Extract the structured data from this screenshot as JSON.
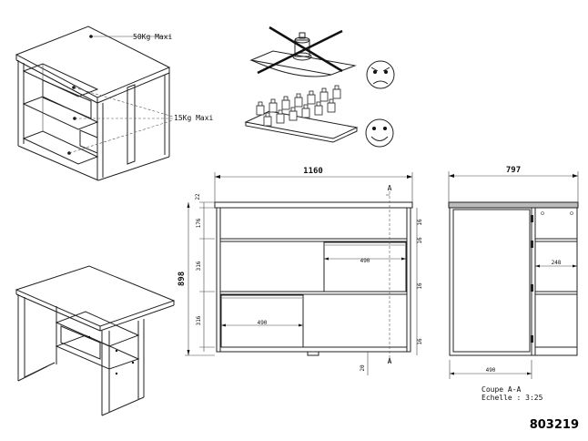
{
  "labels": {
    "top_load": "50Kg Maxi",
    "shelf_load": "15Kg Maxi",
    "section_title": "Coupe A-A",
    "scale": "Echelle : 3:25",
    "reference": "803219"
  },
  "section_markers": {
    "top": "A",
    "bottom": "A"
  },
  "dimensions": {
    "front_width": "1160",
    "height": "898",
    "depth": "797",
    "top_thickness": "22",
    "upper_opening": "176",
    "middle_compartment": "316",
    "lower_compartment": "316",
    "foot": "20",
    "panel_thickness_1": "16",
    "panel_thickness_2": "16",
    "panel_thickness_3": "16",
    "panel_thickness_4": "16",
    "drawer_upper_width": "490",
    "drawer_lower_width": "490",
    "side_depth": "490",
    "shelf_depth": "248"
  },
  "icons": {
    "crossed_weight": "crossed-out-concentrated-load-icon",
    "angry_face": "angry-face-icon",
    "distributed_weights": "distributed-load-icon",
    "happy_face": "smiley-face-icon"
  }
}
